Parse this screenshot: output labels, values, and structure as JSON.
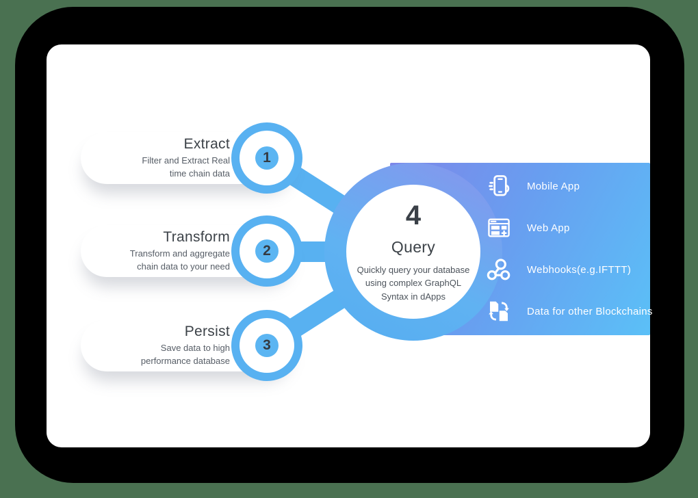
{
  "colors": {
    "background": "#4a7151",
    "shadow": "#000000",
    "card": "#ffffff",
    "accent_blue": "#58b1f1",
    "badge_blue": "#5bb5f2",
    "panel_gradient_start": "#7d87e9",
    "panel_gradient_end": "#5bc0f7",
    "title_text": "#3c4248",
    "description_text": "#565d66",
    "panel_text": "#ffffff"
  },
  "steps": [
    {
      "number": "1",
      "title": "Extract",
      "description": "Filter and Extract Real\ntime chain data"
    },
    {
      "number": "2",
      "title": "Transform",
      "description": "Transform and aggregate\nchain data to your need"
    },
    {
      "number": "3",
      "title": "Persist",
      "description": "Save data to high\nperformance database"
    }
  ],
  "center": {
    "number": "4",
    "title": "Query",
    "description": "Quickly query your database\nusing complex GraphQL\nSyntax in dApps"
  },
  "outputs": [
    {
      "icon": "mobile-app-icon",
      "label": "Mobile App"
    },
    {
      "icon": "web-app-icon",
      "label": "Web App"
    },
    {
      "icon": "webhooks-icon",
      "label": "Webhooks(e.g.IFTTT)"
    },
    {
      "icon": "blockchain-data-icon",
      "label": "Data for other Blockchains"
    }
  ]
}
